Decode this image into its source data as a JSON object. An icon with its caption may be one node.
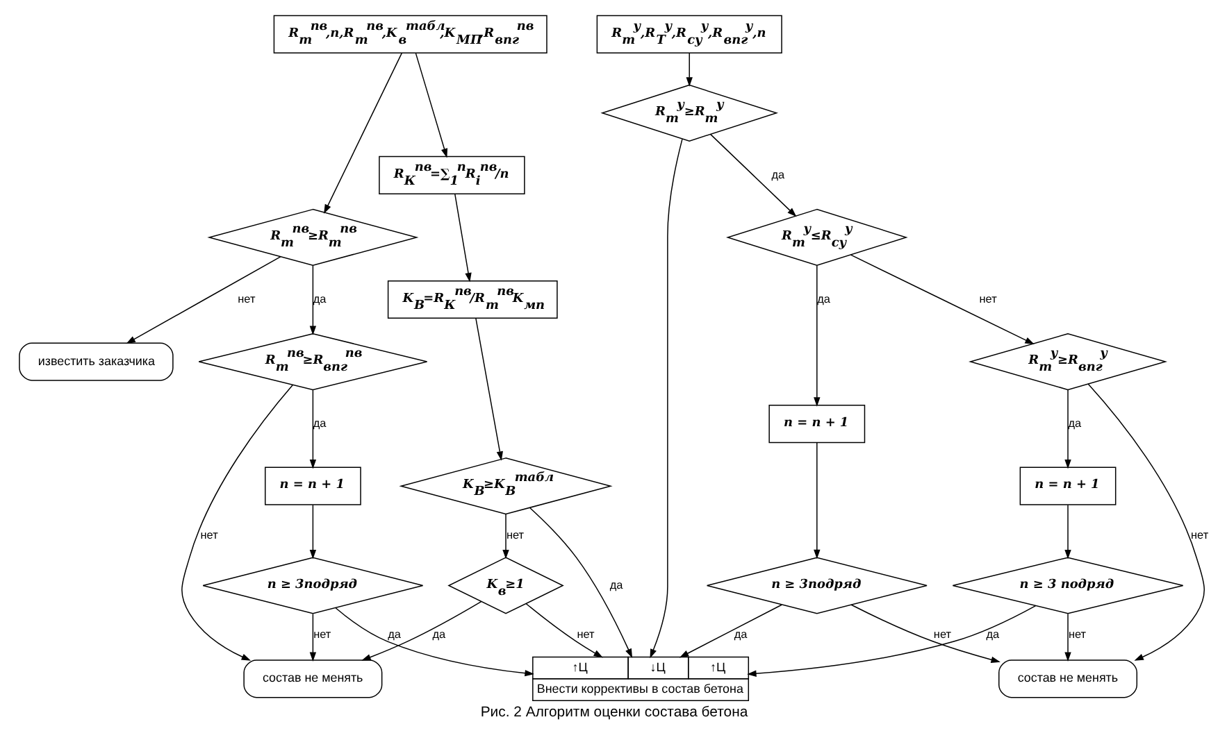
{
  "diagram": {
    "caption": "Рис. 2 Алгоритм оценки состава бетона",
    "nodes": [
      {
        "text": [
          "R$_{т}$$^{пв}$,n,R$_{т}$$^{пв}$,K$_{в}$$^{табл}$,K$_{МП}$,R$_{впг}$$^{пв}$"
        ]
      },
      {
        "text": [
          "R$_{К}$$^{пв}$=∑$_{1}$$^{n}$R$_{i}$$^{пв}$/n"
        ]
      },
      {
        "text": [
          "K$_{B}$=R$_{К}$$^{пв}$/R$_{т}$$^{пв}$K$_{мп}$"
        ]
      },
      {
        "text": [
          "K$_{B}$≥K$_{B}$$^{табл}$"
        ]
      },
      {
        "text": [
          "K$_{в}$≥1"
        ]
      },
      {
        "text": [
          "R$_{т}$$^{пв}$≥R$_{т}$$^{пв}$"
        ]
      },
      {
        "text": [
          "известить заказчика"
        ]
      },
      {
        "text": [
          "R$_{т}$$^{пв}$≥R$_{впг}$$^{пв}$"
        ]
      },
      {
        "text": [
          "n = n + 1"
        ]
      },
      {
        "text": [
          "n ≥ 3подряд"
        ]
      },
      {
        "text": [
          "состав не менять"
        ]
      },
      {
        "text": [
          "R$_{т}$$^{у}$,R$_{Т}$$^{у}$,R$_{су}$$^{у}$,R$_{впг}$$^{у}$,n"
        ]
      },
      {
        "text": [
          "R$_{т}$$^{у}$≥R$_{т}$$^{у}$"
        ]
      },
      {
        "text": [
          "R$_{т}$$^{у}$≤R$_{су}$$^{у}$"
        ]
      },
      {
        "text": [
          "R$_{т}$$^{у}$≥R$_{впг}$$^{у}$"
        ]
      },
      {
        "text": [
          "n = n + 1"
        ]
      },
      {
        "text": [
          "n ≥ 3 подряд"
        ]
      },
      {
        "text": [
          "состав не менять"
        ]
      },
      {
        "text": [
          "n = n + 1"
        ]
      },
      {
        "text": [
          "n ≥ 3подряд"
        ]
      },
      {
        "text": [
          "↑Ц",
          "↓Ц",
          "↑Ц",
          "Внести коррективы в состав бетона"
        ]
      }
    ],
    "edges": [
      {
        "from": 0,
        "to": 1,
        "arrow": "to"
      },
      {
        "from": 1,
        "to": 2,
        "arrow": "to"
      },
      {
        "from": 2,
        "to": 3,
        "arrow": "to"
      },
      {
        "from": 3,
        "to": 4,
        "arrow": "to",
        "label": "нет"
      },
      {
        "from": 3,
        "to": 20,
        "arrow": "to",
        "label": "да"
      },
      {
        "from": 4,
        "to": 20,
        "arrow": "to",
        "label": "нет"
      },
      {
        "from": 4,
        "to": 10,
        "arrow": "to",
        "label": "да"
      },
      {
        "from": 0,
        "to": 5,
        "arrow": "to"
      },
      {
        "from": 5,
        "to": 6,
        "arrow": "to",
        "label": "нет"
      },
      {
        "from": 5,
        "to": 7,
        "arrow": "to",
        "label": "да"
      },
      {
        "from": 7,
        "to": 10,
        "arrow": "to",
        "label": "нет"
      },
      {
        "from": 7,
        "to": 8,
        "arrow": "to",
        "label": "да"
      },
      {
        "from": 8,
        "to": 9,
        "arrow": "to"
      },
      {
        "from": 9,
        "to": 10,
        "arrow": "to",
        "label": "нет"
      },
      {
        "from": 9,
        "to": 20,
        "arrow": "to",
        "label": "да"
      },
      {
        "from": 11,
        "to": 12,
        "arrow": "to"
      },
      {
        "from": 12,
        "to": 20,
        "arrow": "to"
      },
      {
        "from": 12,
        "to": 13,
        "arrow": "to",
        "label": "да"
      },
      {
        "from": 13,
        "to": 14,
        "arrow": "to",
        "label": "нет"
      },
      {
        "from": 13,
        "to": 18,
        "arrow": "to",
        "label": "да"
      },
      {
        "from": 14,
        "to": 15,
        "arrow": "to",
        "label": "да"
      },
      {
        "from": 14,
        "to": 17,
        "arrow": "to",
        "label": "нет"
      },
      {
        "from": 15,
        "to": 16,
        "arrow": "to"
      },
      {
        "from": 16,
        "to": 17,
        "arrow": "to",
        "label": "нет"
      },
      {
        "from": 16,
        "to": 20,
        "arrow": "to",
        "label": "да"
      },
      {
        "from": 18,
        "to": 19,
        "arrow": "to"
      },
      {
        "from": 19,
        "to": 17,
        "arrow": "to",
        "label": "нет"
      },
      {
        "from": 19,
        "to": 20,
        "arrow": "to",
        "label": "да"
      }
    ]
  }
}
